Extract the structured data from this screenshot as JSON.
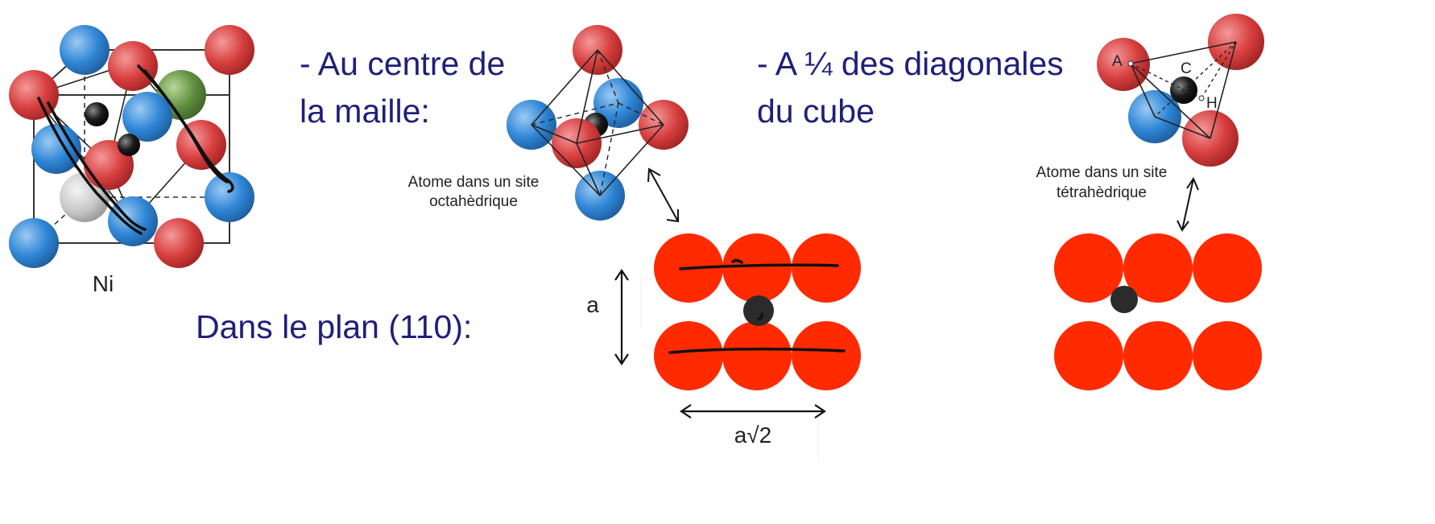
{
  "colors": {
    "text_navy": "#1f1f7a",
    "atom_red": "#d83f3f",
    "atom_blue": "#2f86d6",
    "atom_green": "#5f8f3f",
    "atom_gray": "#c6c6c6",
    "atom_black": "#1b1b1b",
    "plane_red": "#ff2a00"
  },
  "crystal": {
    "label": "Ni"
  },
  "octahedral": {
    "heading_line1": "- Au centre de",
    "heading_line2": "la maille:",
    "caption_line1": "Atome dans un site",
    "caption_line2": "octahèdrique"
  },
  "tetrahedral": {
    "heading_line1": "- A ¼ des diagonales",
    "heading_line2": "du cube",
    "caption_line1": "Atome dans un site",
    "caption_line2": "tétrahèdrique",
    "labels": [
      "A",
      "C",
      "H"
    ]
  },
  "plane": {
    "title": "Dans le plan (110):",
    "height_label": "a",
    "width_label": "a√2"
  }
}
